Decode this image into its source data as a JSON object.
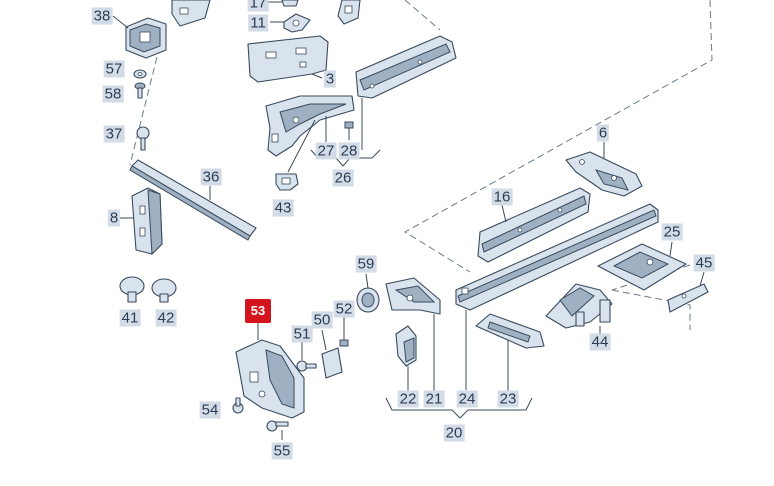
{
  "labels": {
    "p38": "38",
    "p17": "17",
    "p11": "11",
    "p3": "3",
    "p57": "57",
    "p58": "58",
    "p37": "37",
    "p28": "28",
    "p27": "27",
    "p26": "26",
    "p6": "6",
    "p36": "36",
    "p43": "43",
    "p16": "16",
    "p8": "8",
    "p25": "25",
    "p45": "45",
    "p59": "59",
    "p41": "41",
    "p42": "42",
    "p52": "52",
    "p50": "50",
    "p51": "51",
    "p53": "53",
    "p44": "44",
    "p54": "54",
    "p22": "22",
    "p21": "21",
    "p24": "24",
    "p23": "23",
    "p20": "20",
    "p55": "55"
  },
  "highlight": {
    "part": "53",
    "color": "#d4141c"
  },
  "colors": {
    "label_bg": "#d3dbe6",
    "label_text": "#2b3d55",
    "part_fill": "#d9e3ee",
    "outline": "#3a4a5c"
  }
}
